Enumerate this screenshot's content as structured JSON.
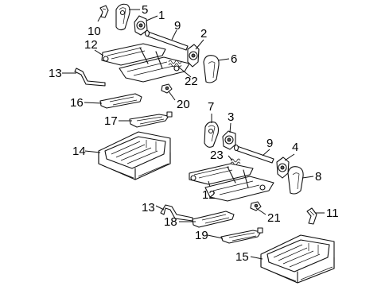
{
  "diagram": {
    "callouts": [
      {
        "id": "c10a",
        "label": "10"
      },
      {
        "id": "c5",
        "label": "5"
      },
      {
        "id": "c1",
        "label": "1"
      },
      {
        "id": "c9a",
        "label": "9"
      },
      {
        "id": "c2",
        "label": "2"
      },
      {
        "id": "c12a",
        "label": "12"
      },
      {
        "id": "c6",
        "label": "6"
      },
      {
        "id": "c13a",
        "label": "13"
      },
      {
        "id": "c22",
        "label": "22"
      },
      {
        "id": "c20",
        "label": "20"
      },
      {
        "id": "c16",
        "label": "16"
      },
      {
        "id": "c7",
        "label": "7"
      },
      {
        "id": "c3",
        "label": "3"
      },
      {
        "id": "c17",
        "label": "17"
      },
      {
        "id": "c9b",
        "label": "9"
      },
      {
        "id": "c14",
        "label": "14"
      },
      {
        "id": "c23",
        "label": "23"
      },
      {
        "id": "c4",
        "label": "4"
      },
      {
        "id": "c8",
        "label": "8"
      },
      {
        "id": "c12b",
        "label": "12"
      },
      {
        "id": "c13b",
        "label": "13"
      },
      {
        "id": "c11",
        "label": "11"
      },
      {
        "id": "c21",
        "label": "21"
      },
      {
        "id": "c18",
        "label": "18"
      },
      {
        "id": "c19",
        "label": "19"
      },
      {
        "id": "c15",
        "label": "15"
      }
    ]
  }
}
